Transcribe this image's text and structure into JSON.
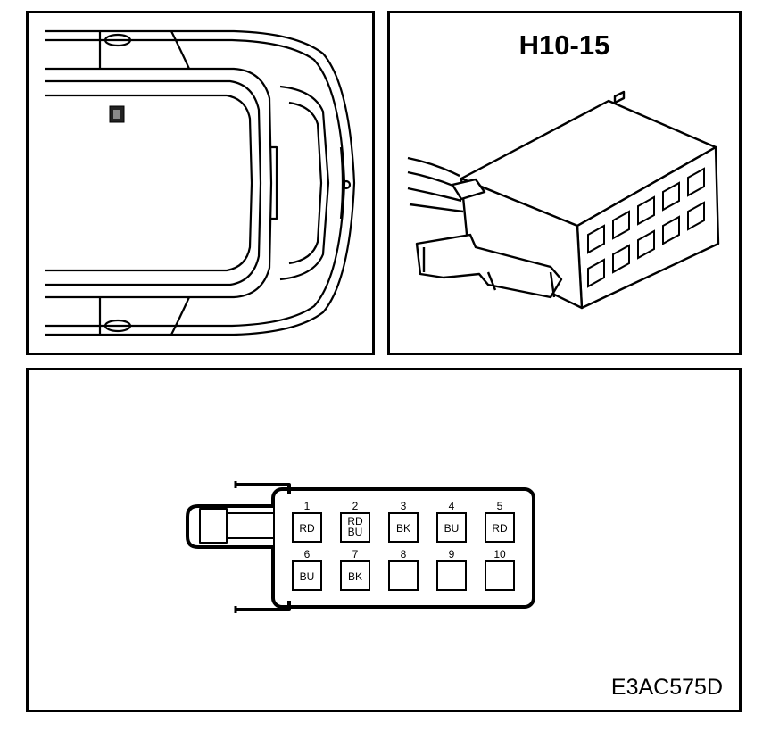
{
  "connector": {
    "title": "H10-15"
  },
  "figure": {
    "code": "E3AC575D"
  },
  "pins": [
    {
      "number": "1",
      "colors": [
        "RD"
      ]
    },
    {
      "number": "2",
      "colors": [
        "RD",
        "BU"
      ]
    },
    {
      "number": "3",
      "colors": [
        "BK"
      ]
    },
    {
      "number": "4",
      "colors": [
        "BU"
      ]
    },
    {
      "number": "5",
      "colors": [
        "RD"
      ]
    },
    {
      "number": "6",
      "colors": [
        "BU"
      ]
    },
    {
      "number": "7",
      "colors": [
        "BK"
      ]
    },
    {
      "number": "8",
      "colors": []
    },
    {
      "number": "9",
      "colors": []
    },
    {
      "number": "10",
      "colors": []
    }
  ]
}
